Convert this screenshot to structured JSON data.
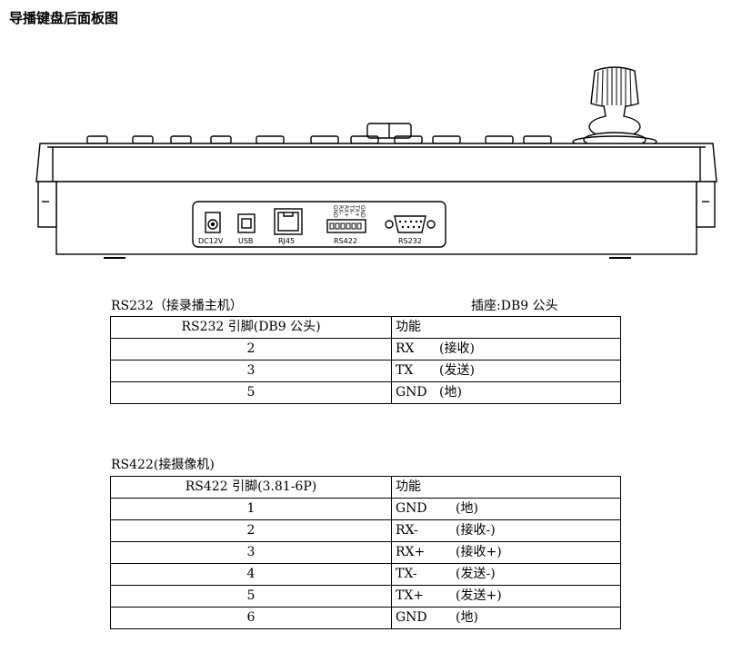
{
  "title": "导播键盘后面板图",
  "panel_labels": {
    "dc": "DC12V",
    "usb": "USB",
    "rj45": "RJ45",
    "rs422": "RS422",
    "rs232": "RS232",
    "terminal_pins": [
      "GND",
      "RX-",
      "RX+",
      "TX-",
      "TX+",
      "GND"
    ]
  },
  "rs232": {
    "caption": "RS232（接录播主机）",
    "socket": "插座:DB9 公头",
    "header": [
      "RS232 引脚(DB9 公头)",
      "功能"
    ],
    "rows": [
      {
        "pin": "2",
        "signal": "RX",
        "desc": "(接收)"
      },
      {
        "pin": "3",
        "signal": "TX",
        "desc": "(发送)"
      },
      {
        "pin": "5",
        "signal": "GND",
        "desc": "(地)"
      }
    ]
  },
  "rs422": {
    "caption": "RS422(接摄像机)",
    "header": [
      "RS422 引脚(3.81-6P)",
      "功能"
    ],
    "rows": [
      {
        "pin": "1",
        "signal": "GND",
        "desc": "(地)"
      },
      {
        "pin": "2",
        "signal": "RX-",
        "desc": "(接收-)"
      },
      {
        "pin": "3",
        "signal": "RX+",
        "desc": "(接收+)"
      },
      {
        "pin": "4",
        "signal": "TX-",
        "desc": "(发送-)"
      },
      {
        "pin": "5",
        "signal": "TX+",
        "desc": "(发送+)"
      },
      {
        "pin": "6",
        "signal": "GND",
        "desc": "(地)"
      }
    ]
  }
}
